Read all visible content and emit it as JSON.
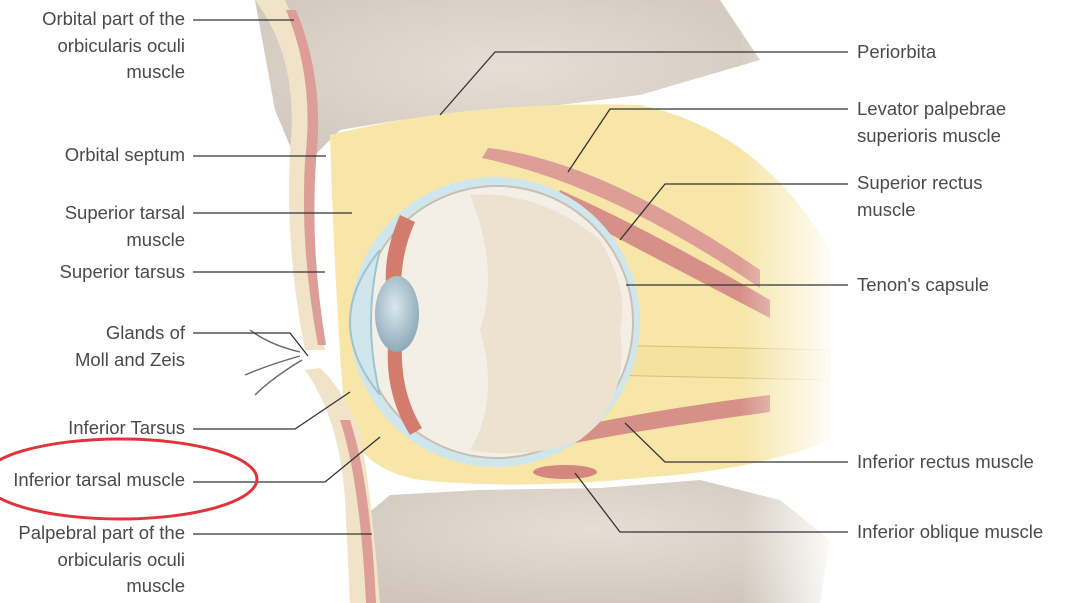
{
  "diagram_title": "",
  "labels": {
    "orbital_part_orbicularis": "Orbital part of the\norbicularis oculi\nmuscle",
    "orbital_septum": "Orbital septum",
    "superior_tarsal_muscle": "Superior tarsal\nmuscle",
    "superior_tarsus": "Superior tarsus",
    "glands_moll_zeis": "Glands of\nMoll and Zeis",
    "inferior_tarsus": "Inferior Tarsus",
    "inferior_tarsal_muscle": "Inferior tarsal muscle",
    "palpebral_part_orbicularis": "Palpebral part of the\norbicularis oculi\nmuscle",
    "periorbita": "Periorbita",
    "levator_palpebrae": "Levator palpebrae\nsuperioris muscle",
    "superior_rectus": "Superior rectus\nmuscle",
    "tenons_capsule": "Tenon's capsule",
    "inferior_rectus": "Inferior rectus muscle",
    "inferior_oblique": "Inferior oblique muscle"
  },
  "colors": {
    "bone": "#ddd5cc",
    "fat": "#f7e6a8",
    "muscle": "#dc9e96",
    "sclera": "#f4efe6",
    "lens": "#b9cdd8",
    "capsule": "#cfe6ec",
    "leader_line": "#333333",
    "highlight_circle": "#e0333b"
  }
}
